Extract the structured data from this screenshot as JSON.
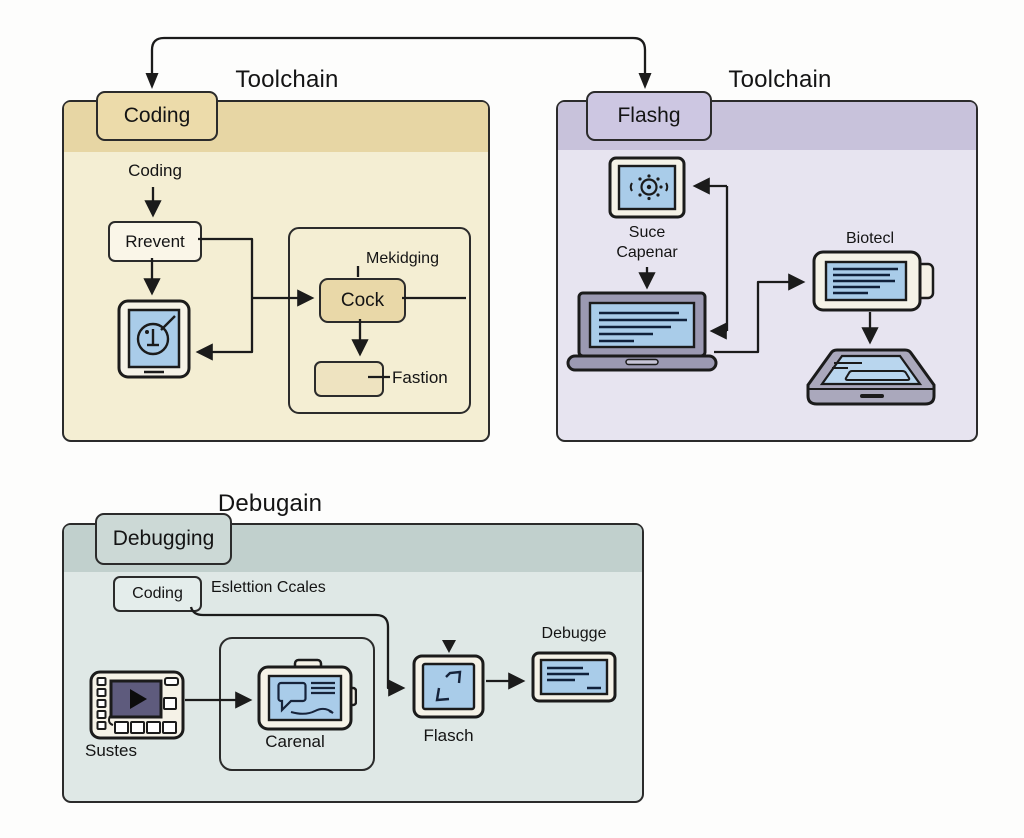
{
  "toolchain_coding": {
    "title": "Toolchain",
    "tab": "Coding",
    "flow_start": "Coding",
    "rrevent": "Rrevent",
    "group_title": "Mekidging",
    "cock": "Cock",
    "fastion": "Fastion"
  },
  "toolchain_flash": {
    "title": "Toolchain",
    "tab": "Flashg",
    "capture": "Suce Capenar",
    "device": "Biotecl"
  },
  "debugging": {
    "title": "Debugain",
    "tab": "Debugging",
    "inner_tab": "Coding",
    "caption": "Eslettion Ccales",
    "player": "Sustes",
    "camera": "Carenal",
    "flash": "Flasch",
    "monitor": "Debugge"
  },
  "icons": {
    "coding_panel": [
      "tablet-check-icon"
    ],
    "flash_panel": [
      "screen-capture-icon",
      "laptop-icon",
      "battery-device-icon",
      "tablet-3d-icon"
    ],
    "debug_panel": [
      "media-player-icon",
      "camera-chat-icon",
      "expand-square-icon",
      "log-screen-icon"
    ]
  },
  "colors": {
    "outline": "#1b1b1b",
    "screen_blue": "#a9cce9",
    "coding_body": "#f4eed3",
    "coding_header": "#e7d6a4",
    "coding_tab": "#ecdbaa",
    "flash_body": "#e7e4f0",
    "flash_header": "#c8c2db",
    "flash_tab": "#cdc7e2",
    "debug_body": "#dfe8e6",
    "debug_header": "#c1d0cd",
    "debug_tab": "#ccd9d6",
    "laptop_gray": "#9b99b2",
    "player_screen": "#5e5b7d"
  }
}
